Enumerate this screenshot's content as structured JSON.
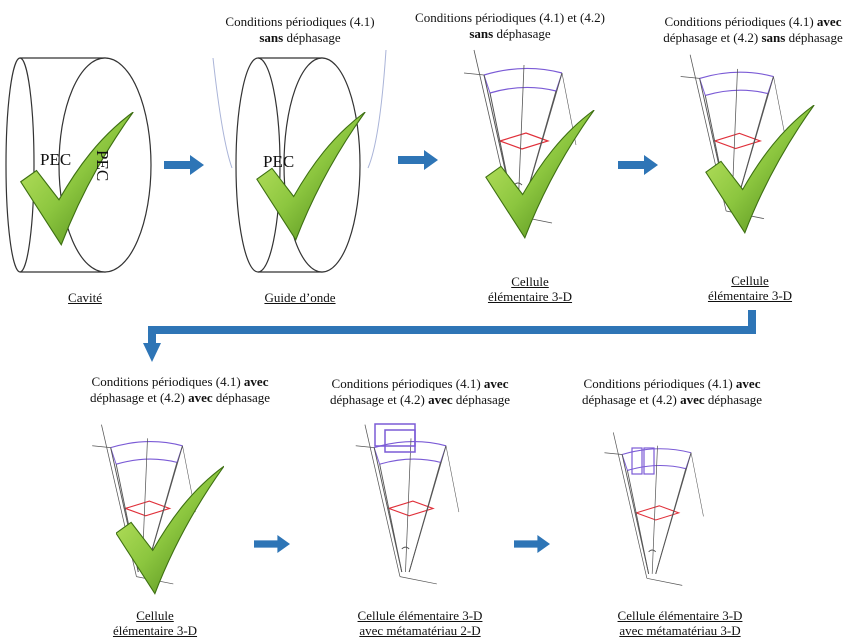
{
  "row1": {
    "step2_title": {
      "prefix": "Conditions périodiques (4.1)",
      "bold": "sans",
      "suffix": "déphasage"
    },
    "step3_title": {
      "prefix": "Conditions périodiques (4.1) et (4.2)",
      "bold": "sans",
      "suffix": "déphasage"
    },
    "step4_title": {
      "prefix": "Conditions périodiques (4.1)",
      "bold1": "avec",
      "mid": "déphasage et (4.2)",
      "bold2": "sans",
      "suffix": "déphasage"
    },
    "caption_cavity": "Cavité",
    "caption_waveguide": "Guide d’onde",
    "caption_cell3d_a": "Cellule",
    "caption_cell3d_b": "élémentaire 3-D",
    "pec_left": "PEC",
    "pec_right": "PEC",
    "pec_guide": "PEC"
  },
  "row2": {
    "title_prefix": "Conditions périodiques (4.1)",
    "title_bold1": "avec",
    "title_mid": "déphasage et (4.2)",
    "title_bold2": "avec",
    "title_suffix": "déphasage",
    "caption1_a": "Cellule",
    "caption1_b": "élémentaire 3-D",
    "caption2_a": "Cellule élémentaire 3-D",
    "caption2_b": "avec métamatériau 2-D",
    "caption3_a": "Cellule élémentaire 3-D",
    "caption3_b": "avec métamatériau 3-D"
  },
  "colors": {
    "arrow": "#2e75b6",
    "check_light": "#a6d93c",
    "check_dark": "#4e8a12",
    "line": "#555555",
    "purple": "#7b5bd6",
    "red": "#e0303a"
  }
}
